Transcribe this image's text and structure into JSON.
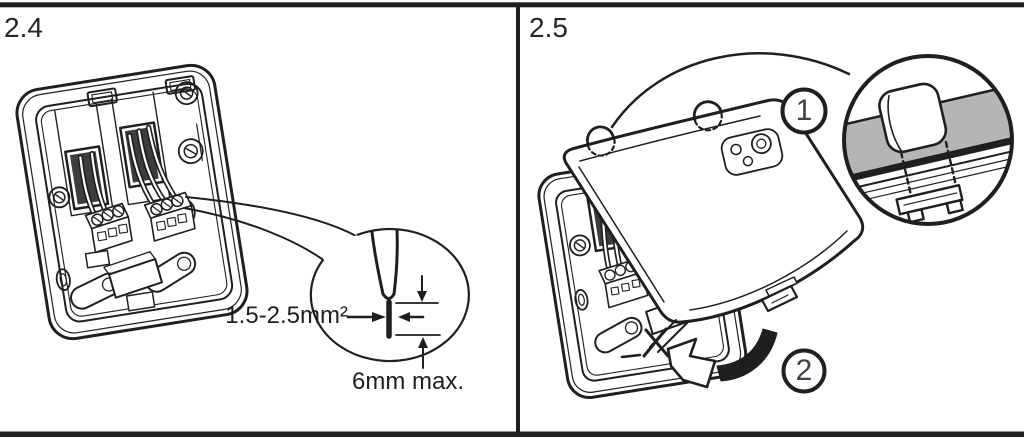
{
  "figure": {
    "panels": [
      {
        "label": "2.4",
        "annotations": {
          "wire_gauge": "1.5-2.5mm²",
          "strip_length": "6mm max."
        }
      },
      {
        "label": "2.5",
        "steps": [
          {
            "badge": "1"
          },
          {
            "badge": "2"
          }
        ]
      }
    ]
  },
  "colors": {
    "background": "#ffffff",
    "line": "#1f1f1f",
    "shade": "#b5b5b5",
    "badge_digit": "#3b4450"
  },
  "icons": [
    "backplate-illustration",
    "wire-leader-icon",
    "wire-strip-detail-icon",
    "dimension-arrow-icons",
    "cover-illustration",
    "hook-bump-icon",
    "swing-arc-icon",
    "sensor-cluster-icon",
    "hook-clip-detail-icon",
    "snap-burst-icon",
    "push-arrow-icon"
  ]
}
